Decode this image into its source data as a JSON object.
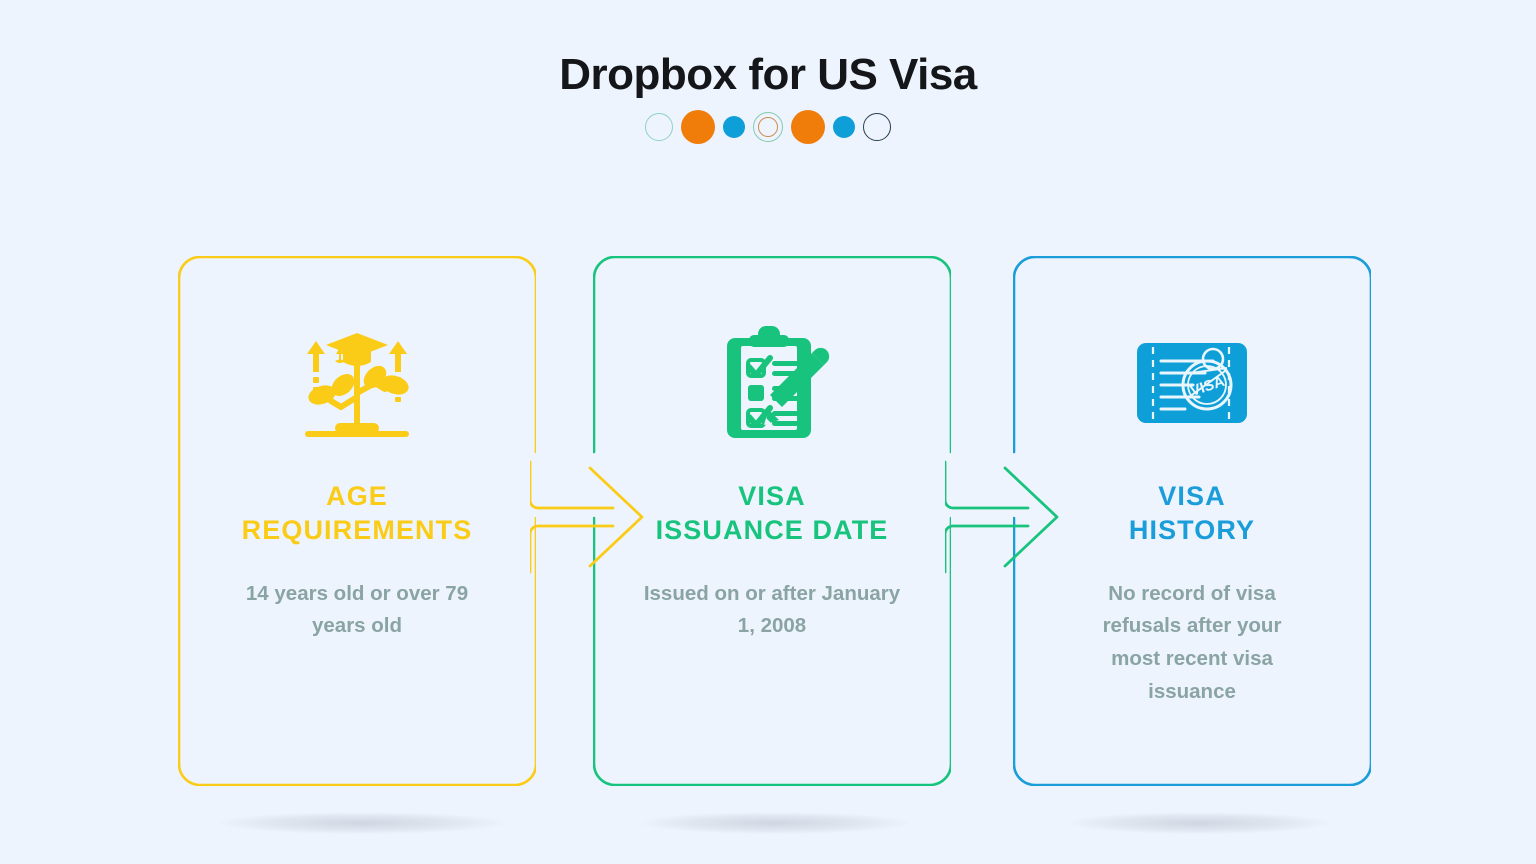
{
  "header": {
    "title": "Dropbox for US Visa",
    "dots": [
      {
        "name": "dot-outline-teal",
        "style": "outline-teal",
        "color": "#8fd3c4"
      },
      {
        "name": "dot-solid-orange",
        "style": "solid-orange",
        "color": "#f07c0a"
      },
      {
        "name": "dot-solid-blue",
        "style": "solid-blue",
        "color": "#0f9fd8"
      },
      {
        "name": "dot-double-ring",
        "style": "double-ring",
        "color": "#d08a4e"
      },
      {
        "name": "dot-solid-orange",
        "style": "solid-orange",
        "color": "#f07c0a"
      },
      {
        "name": "dot-solid-blue",
        "style": "solid-blue",
        "color": "#0f9fd8"
      },
      {
        "name": "dot-outline-navy",
        "style": "outline-navy",
        "color": "#2b3f52"
      }
    ]
  },
  "background_color": "#edf4fd",
  "cards": [
    {
      "id": "age-requirements",
      "icon": "growing-plant-graduation-cap-icon",
      "title": "AGE\nREQUIREMENTS",
      "title_line1": "AGE",
      "title_line2": "REQUIREMENTS",
      "body": "14 years old or over 79 years old",
      "accent_color": "#fbcc17",
      "body_color": "#8aa3a3"
    },
    {
      "id": "visa-issuance-date",
      "icon": "clipboard-checklist-pencil-icon",
      "title": "VISA\nISSUANCE DATE",
      "title_line1": "VISA",
      "title_line2": "ISSUANCE DATE",
      "body": "Issued on or after January 1, 2008",
      "accent_color": "#18c47d",
      "body_color": "#8aa3a3"
    },
    {
      "id": "visa-history",
      "icon": "visa-stamp-passport-icon",
      "title": "VISA\nHISTORY",
      "title_line1": "VISA",
      "title_line2": "HISTORY",
      "body": "No record of visa refusals after your most recent visa issuance",
      "accent_color": "#1a9dd9",
      "body_color": "#8aa3a3"
    }
  ],
  "connectors": [
    {
      "name": "arrow-age-to-issuance",
      "icon": "right-arrow-icon",
      "color": "#fbcc17"
    },
    {
      "name": "arrow-issuance-to-history",
      "icon": "right-arrow-icon",
      "color": "#18c47d"
    }
  ]
}
